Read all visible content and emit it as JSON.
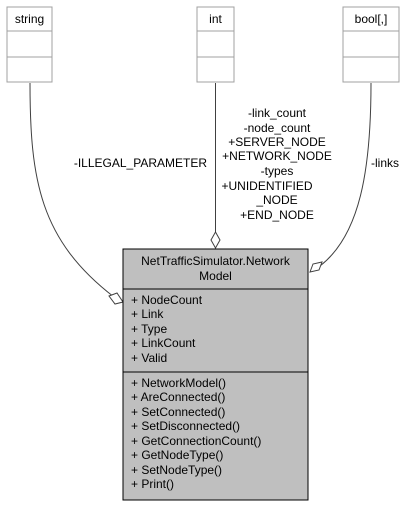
{
  "classes": {
    "string": {
      "name": "string"
    },
    "int": {
      "name": "int"
    },
    "boolarr": {
      "name": "bool[,]"
    },
    "network_model": {
      "name_line1": "NetTrafficSimulator.Network",
      "name_line2": "Model",
      "attributes": [
        "+ NodeCount",
        "+ Link",
        "+ Type",
        "+ LinkCount",
        "+ Valid"
      ],
      "methods": [
        "+ NetworkModel()",
        "+ AreConnected()",
        "+ SetConnected()",
        "+ SetDisconnected()",
        "+ GetConnectionCount()",
        "+ GetNodeType()",
        "+ SetNodeType()",
        "+ Print()"
      ]
    }
  },
  "edges": {
    "string_label": "-ILLEGAL_PARAMETER",
    "int_labels": [
      "-link_count",
      "-node_count",
      "+SERVER_NODE",
      "+NETWORK_NODE",
      "-types",
      "+UNIDENTIFIED",
      "_NODE",
      "+END_NODE"
    ],
    "bool_label": "-links"
  },
  "colors": {
    "box_fill": "#ffffff",
    "box_stroke": "#a0a0a0",
    "main_fill": "#bfbfbf",
    "main_stroke": "#000000",
    "edge": "#404040"
  }
}
